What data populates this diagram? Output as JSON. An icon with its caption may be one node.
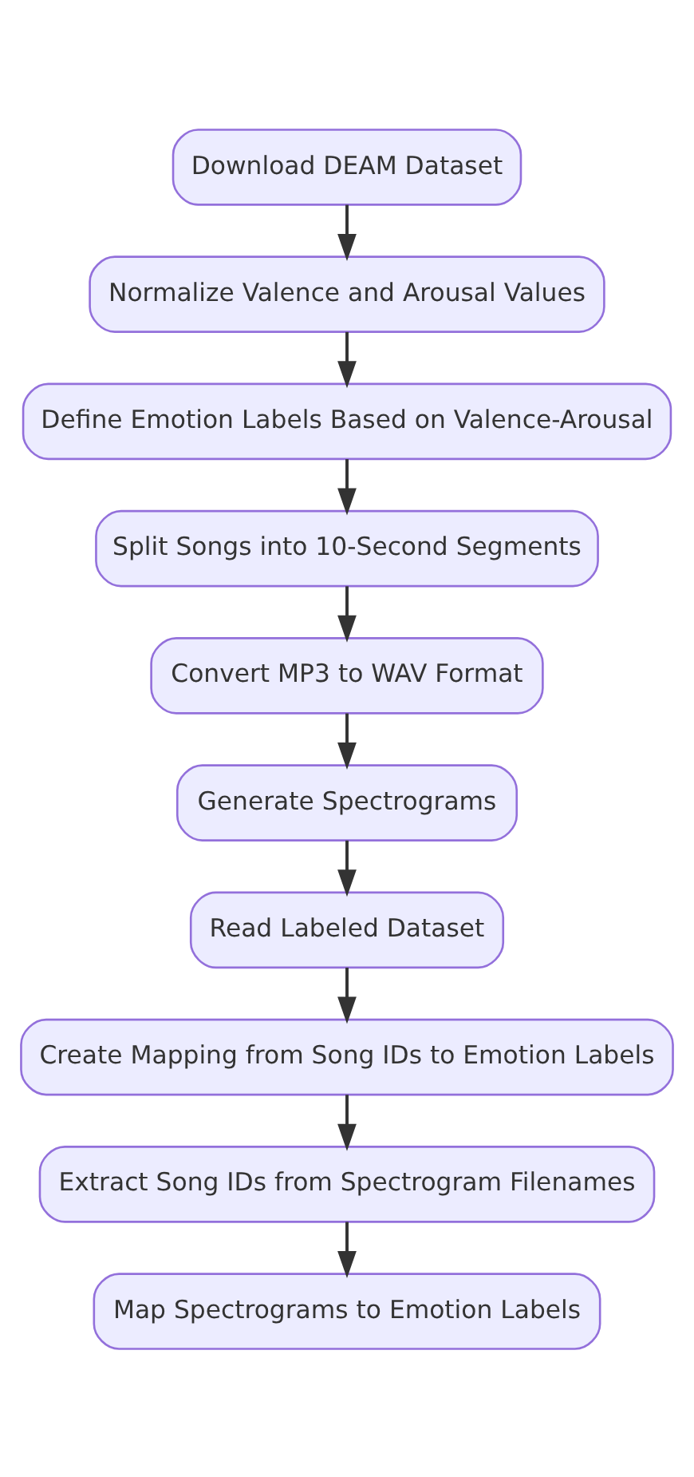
{
  "diagram": {
    "nodes": [
      {
        "text": [
          "Download DEAM Dataset"
        ]
      },
      {
        "text": [
          "Normalize Valence and Arousal Values"
        ]
      },
      {
        "text": [
          "Define Emotion Labels Based on Valence-Arousal"
        ]
      },
      {
        "text": [
          "Split Songs into 10-Second Segments"
        ]
      },
      {
        "text": [
          "Convert MP3 to WAV Format"
        ]
      },
      {
        "text": [
          "Generate Spectrograms"
        ]
      },
      {
        "text": [
          "Read Labeled Dataset"
        ]
      },
      {
        "text": [
          "Create Mapping from Song IDs to Emotion Labels"
        ]
      },
      {
        "text": [
          "Extract Song IDs from Spectrogram Filenames"
        ]
      },
      {
        "text": [
          "Map Spectrograms to Emotion Labels"
        ]
      }
    ],
    "edges": [
      {
        "from": 0,
        "to": 1,
        "arrow": "to"
      },
      {
        "from": 1,
        "to": 2,
        "arrow": "to"
      },
      {
        "from": 2,
        "to": 3,
        "arrow": "to"
      },
      {
        "from": 3,
        "to": 4,
        "arrow": "to"
      },
      {
        "from": 4,
        "to": 5,
        "arrow": "to"
      },
      {
        "from": 5,
        "to": 6,
        "arrow": "to"
      },
      {
        "from": 6,
        "to": 7,
        "arrow": "to"
      },
      {
        "from": 7,
        "to": 8,
        "arrow": "to"
      },
      {
        "from": 8,
        "to": 9,
        "arrow": "to"
      }
    ]
  }
}
